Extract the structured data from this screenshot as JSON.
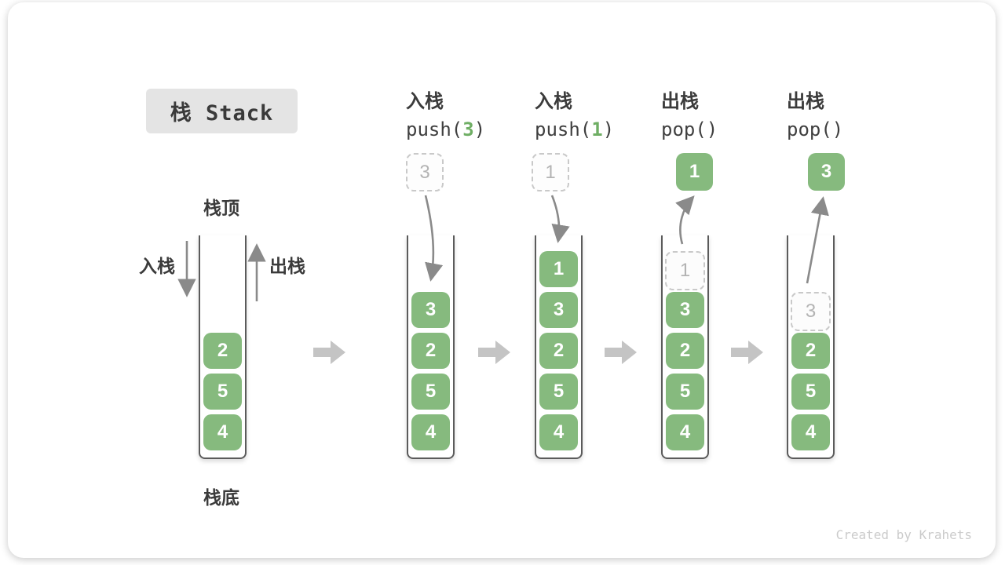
{
  "title": "栈 Stack",
  "legend": {
    "stack_top": "栈顶",
    "stack_bottom": "栈底",
    "push": "入栈",
    "pop": "出栈"
  },
  "operations": [
    {
      "label": "入栈",
      "code_parts": [
        "push(",
        "3",
        ")"
      ]
    },
    {
      "label": "入栈",
      "code_parts": [
        "push(",
        "1",
        ")"
      ]
    },
    {
      "label": "出栈",
      "code_parts": [
        "pop(",
        "",
        ")"
      ]
    },
    {
      "label": "出栈",
      "code_parts": [
        "pop(",
        "",
        ")"
      ]
    }
  ],
  "stacks": [
    {
      "blocks": [
        "2",
        "5",
        "4"
      ]
    },
    {
      "floating": "3",
      "blocks": [
        "3",
        "2",
        "5",
        "4"
      ]
    },
    {
      "floating": "1",
      "blocks": [
        "1",
        "3",
        "2",
        "5",
        "4"
      ]
    },
    {
      "popped": "1",
      "ghost": "1",
      "blocks": [
        "3",
        "2",
        "5",
        "4"
      ]
    },
    {
      "popped": "3",
      "ghost": "3",
      "blocks": [
        "2",
        "5",
        "4"
      ]
    }
  ],
  "watermark": "Created by Krahets",
  "colors": {
    "block_green": "#86ba7e",
    "code_arg_green": "#6fae64",
    "arrow_gray": "#8a8a8a",
    "step_arrow_gray": "#c4c4c4",
    "dashed_border": "#c9c9c9",
    "title_box_bg": "#e4e4e4",
    "text_dark": "#3b3b3b"
  }
}
